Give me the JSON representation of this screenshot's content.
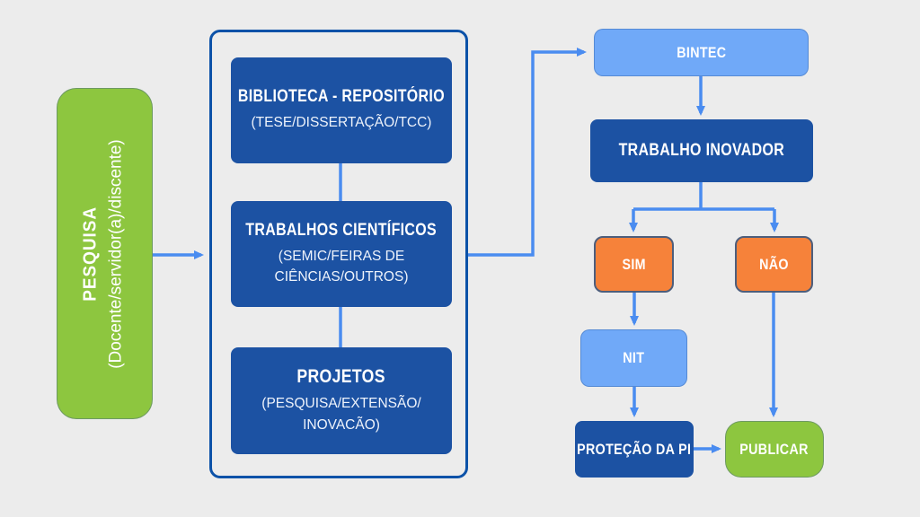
{
  "palette": {
    "background": "#ececec",
    "dark_blue": "#1c52a3",
    "light_blue": "#70a9f8",
    "orange": "#f6823a",
    "green": "#8dc63f",
    "arrow_blue": "#4a8cf0",
    "container_border": "#0c52a8"
  },
  "nodes": {
    "pesquisa": {
      "title": "PESQUISA",
      "subtitle": "(Docente/servidor(a)/discente)"
    },
    "biblioteca": {
      "title": "BIBLIOTECA - REPOSITÓRIO",
      "subtitle": "(TESE/DISSERTAÇÃO/TCC)"
    },
    "trabalhos": {
      "title": "TRABALHOS CIENTÍFICOS",
      "subtitle": "(SEMIC/FEIRAS DE CIÊNCIAS/OUTROS)"
    },
    "projetos": {
      "title": "PROJETOS",
      "subtitle": "(PESQUISA/EXTENSÃO/ INOVACÃO)"
    },
    "bintec": {
      "title": "BINTEC"
    },
    "trabalho_inovador": {
      "title": "TRABALHO INOVADOR"
    },
    "sim": {
      "title": "SIM"
    },
    "nao": {
      "title": "NÃO"
    },
    "nit": {
      "title": "NIT"
    },
    "protecao_pi": {
      "title": "PROTEÇÃO DA PI"
    },
    "publicar": {
      "title": "PUBLICAR"
    }
  }
}
